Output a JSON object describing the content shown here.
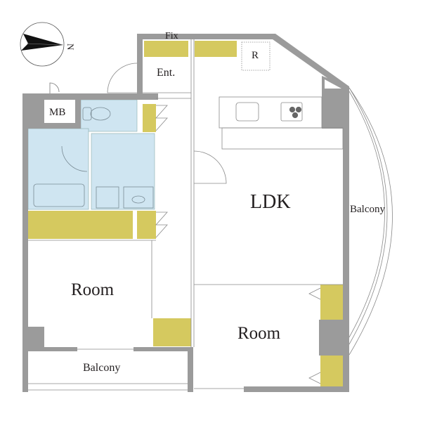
{
  "compass": {
    "north_label": "N"
  },
  "labels": {
    "fix": "Fix",
    "entrance": "Ent.",
    "refrigerator": "R",
    "meter_box": "MB",
    "ldk": "LDK",
    "balcony_right": "Balcony",
    "room_left": "Room",
    "room_right": "Room",
    "balcony_bottom": "Balcony"
  },
  "colors": {
    "wall": "#9b9b9b",
    "closet": "#d5c95f",
    "wet_area": "#cfe5f1",
    "line": "#8a8a8a"
  }
}
